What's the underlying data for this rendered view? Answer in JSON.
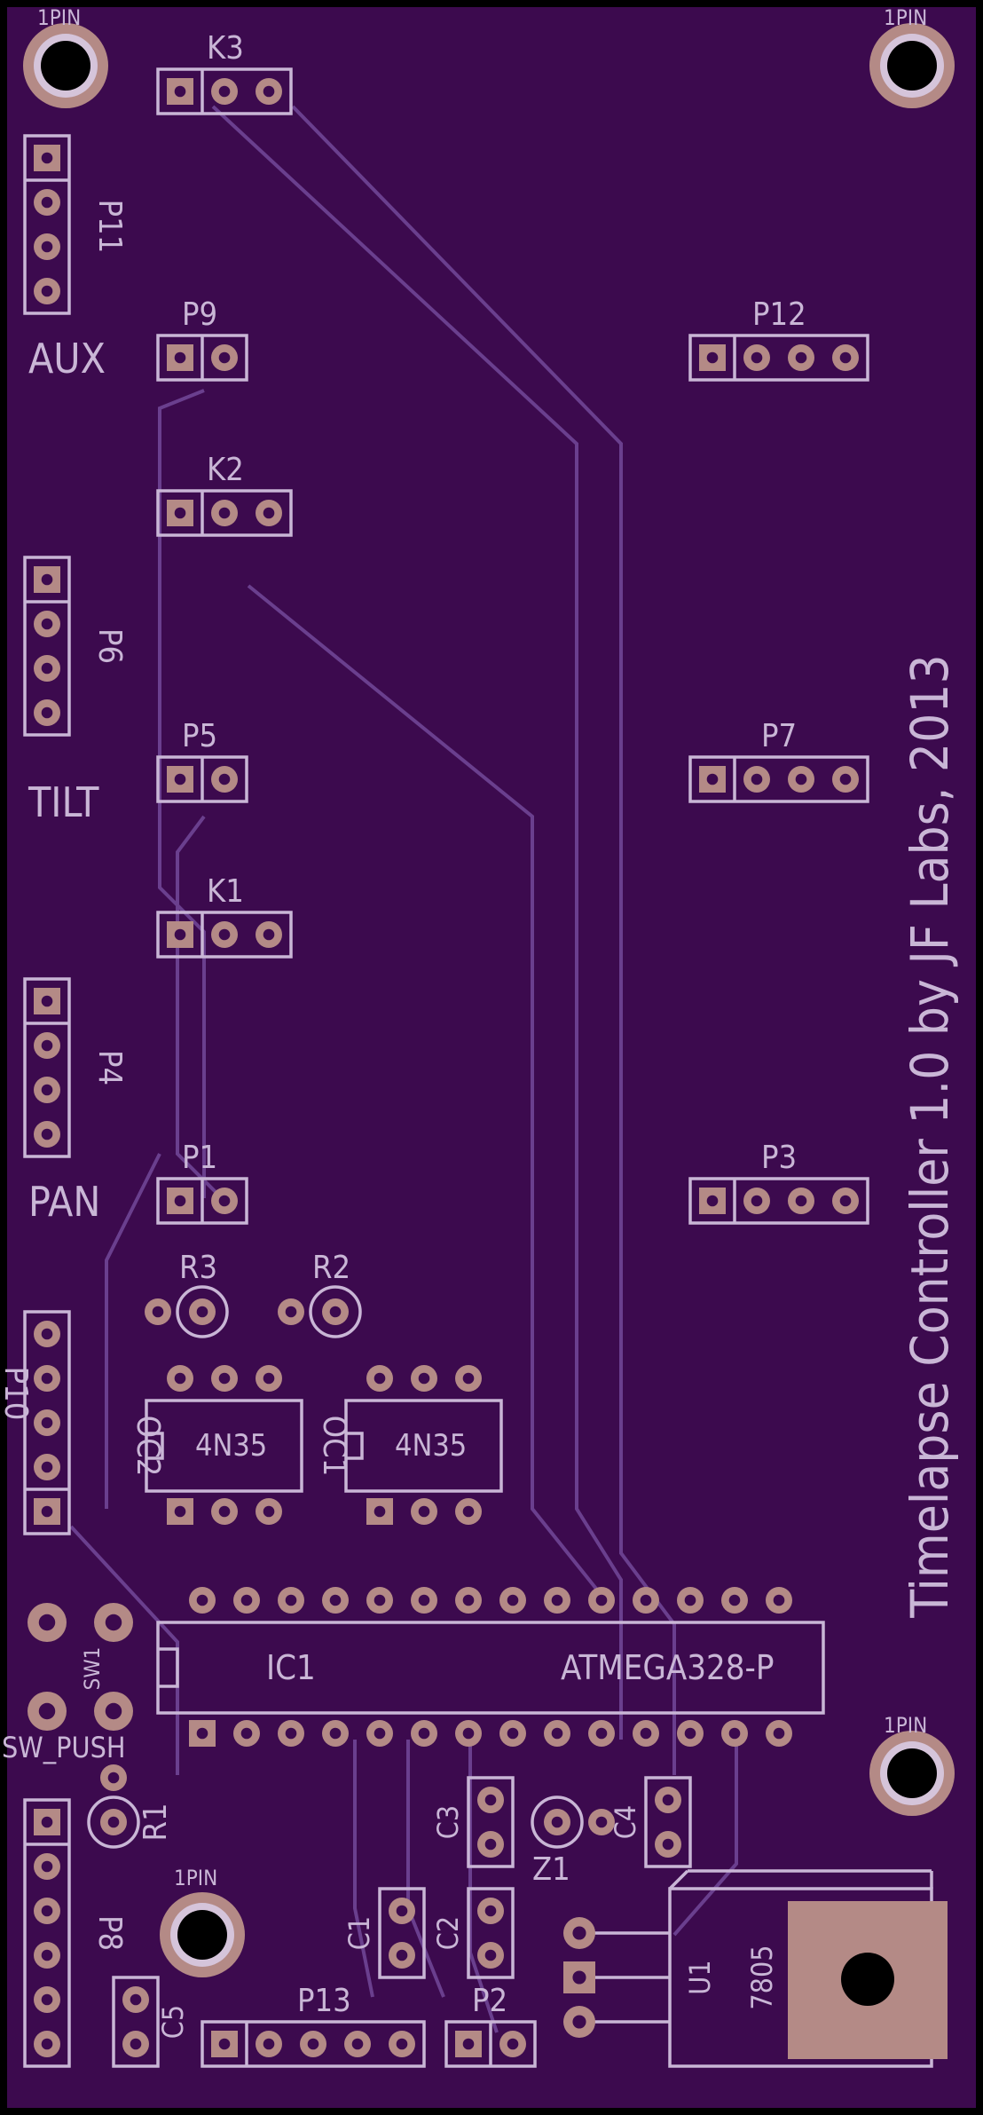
{
  "board": {
    "colors": {
      "background": "#3c0a4e",
      "silkscreen": "#c9b6d6",
      "copper_pad": "#b48a86",
      "trace": "#6a3f8e",
      "border": "#000000"
    },
    "credit": "Timelapse Controller 1.0 by JF Labs, 2013"
  },
  "labels": {
    "aux": "AUX",
    "tilt": "TILT",
    "pan": "PAN",
    "k3": "K3",
    "k2": "K2",
    "k1": "K1",
    "p9": "P9",
    "p12": "P12",
    "p11": "P11",
    "p6": "P6",
    "p5": "P5",
    "p7": "P7",
    "p4": "P4",
    "p1": "P1",
    "p3": "P3",
    "p10": "P10",
    "p8": "P8",
    "p13": "P13",
    "p2": "P2",
    "r1": "R1",
    "r2": "R2",
    "r3": "R3",
    "oc1": "OC1",
    "oc2": "OC2",
    "opto1_part": "4N35",
    "opto2_part": "4N35",
    "ic1": "IC1",
    "ic1_part": "ATMEGA328-P",
    "sw1": "SW1",
    "sw_push": "SW_PUSH",
    "c1": "C1",
    "c2": "C2",
    "c3": "C3",
    "c4": "C4",
    "c5": "C5",
    "z1": "Z1",
    "u1": "U1",
    "u1_part": "7805",
    "mount_tl": "1PIN",
    "mount_tr": "1PIN",
    "mount_mr": "1PIN",
    "mount_bl": "1PIN"
  }
}
